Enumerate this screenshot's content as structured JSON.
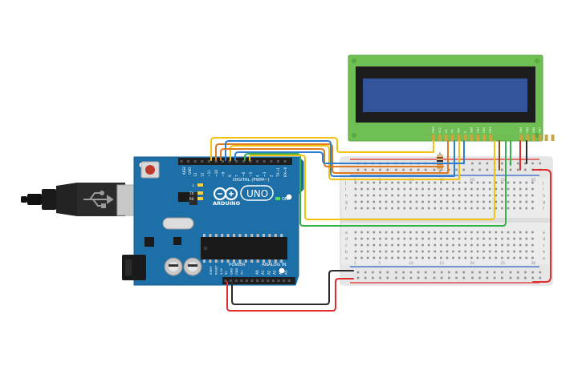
{
  "arduino": {
    "brand_line1": "ARDUINO",
    "model": "UNO",
    "reset_label": "RESET",
    "digital_label": "DIGITAL (PWM~)",
    "power_label": "POWER",
    "analog_label": "ANALOG IN",
    "on_label": "ON",
    "tx_label": "TX",
    "rx_label": "RX",
    "l_label": "L",
    "aref_label": "AREF",
    "gnd_label": "GND",
    "digital_pins": [
      "13",
      "12",
      "~11",
      "~10",
      "~9",
      "8",
      "7",
      "~6",
      "~5",
      "4",
      "~3",
      "2",
      "TX→1",
      "RX←0"
    ],
    "power_pins": [
      "IOREF",
      "RESET",
      "3.3V",
      "5V",
      "GND",
      "GND",
      "Vin"
    ],
    "analog_pins": [
      "A0",
      "A1",
      "A2",
      "A3",
      "A4",
      "A5"
    ]
  },
  "lcd": {
    "pin_labels": [
      "GND",
      "VCC",
      "V0",
      "RS",
      "RW",
      "E",
      "DB0",
      "DB1",
      "DB2",
      "DB3",
      "DB4",
      "DB5",
      "DB6",
      "DB7",
      "LED",
      "LED"
    ],
    "screen_color": "#33549b",
    "board_color": "#6fbf55"
  },
  "breadboard": {
    "column_numbers": [
      "1",
      "5",
      "10",
      "15",
      "20",
      "25",
      "30"
    ],
    "row_letters_top": [
      "j",
      "i",
      "h",
      "g",
      "f"
    ],
    "row_letters_bottom": [
      "e",
      "d",
      "c",
      "b",
      "a"
    ]
  },
  "wire_colors": {
    "yellow": "#f2c315",
    "orange": "#e07a1f",
    "blue": "#2f7fd1",
    "green": "#35b04a",
    "red": "#e02d2d",
    "black": "#2a2a2a",
    "brown": "#8a4a1c"
  }
}
